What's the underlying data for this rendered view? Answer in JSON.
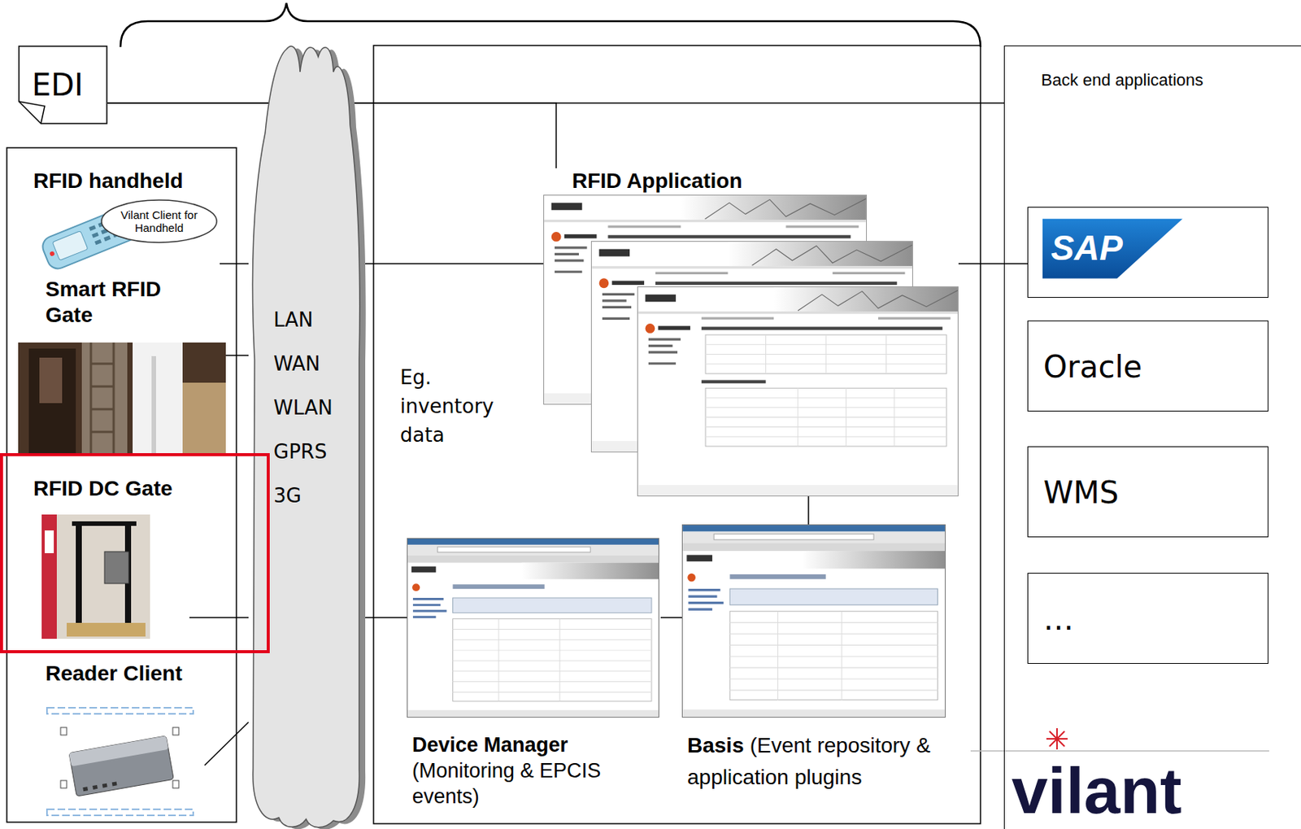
{
  "diagram": {
    "nodes": [
      {
        "text": [
          "EDI"
        ]
      },
      {
        "text": [
          "RFID handheld"
        ]
      },
      {
        "text": [
          "Vilant Client for Handheld"
        ],
        "in": 1
      },
      {
        "text": [
          "Smart RFID Gate"
        ]
      },
      {
        "text": [
          "RFID DC Gate"
        ]
      },
      {
        "text": [
          "Reader Client"
        ]
      },
      {
        "text": [
          "LAN",
          "WAN",
          "WLAN",
          "GPRS",
          "3G"
        ]
      },
      {
        "text": [
          "RFID Application"
        ]
      },
      {
        "text": [
          "Device Manager",
          "(Monitoring & EPCIS events)"
        ]
      },
      {
        "text": [
          "Basis",
          "(Event repository & application plugins"
        ]
      },
      {
        "text": [
          "Back end applications"
        ]
      },
      {
        "text": [
          "SAP"
        ],
        "in": 10
      },
      {
        "text": [
          "Oracle"
        ],
        "in": 10
      },
      {
        "text": [
          "WMS"
        ],
        "in": 10
      },
      {
        "text": [
          "…"
        ],
        "in": 10
      }
    ],
    "edges": [
      {
        "from": 0,
        "to": 10,
        "arrow": "none"
      },
      {
        "from": 0,
        "to": 7,
        "arrow": "none"
      },
      {
        "from": 1,
        "to": 6,
        "arrow": "none"
      },
      {
        "from": 3,
        "to": 6,
        "arrow": "none"
      },
      {
        "from": 4,
        "to": 6,
        "arrow": "none"
      },
      {
        "from": 5,
        "to": 6,
        "arrow": "none"
      },
      {
        "from": 6,
        "to": 7,
        "arrow": "none"
      },
      {
        "from": 6,
        "to": 8,
        "arrow": "none"
      },
      {
        "from": 8,
        "to": 9,
        "arrow": "none"
      },
      {
        "from": 9,
        "to": 7,
        "arrow": "none"
      },
      {
        "from": 7,
        "to": 11,
        "arrow": "none"
      }
    ],
    "labels": [
      "Eg. inventory data",
      "vilant"
    ]
  }
}
